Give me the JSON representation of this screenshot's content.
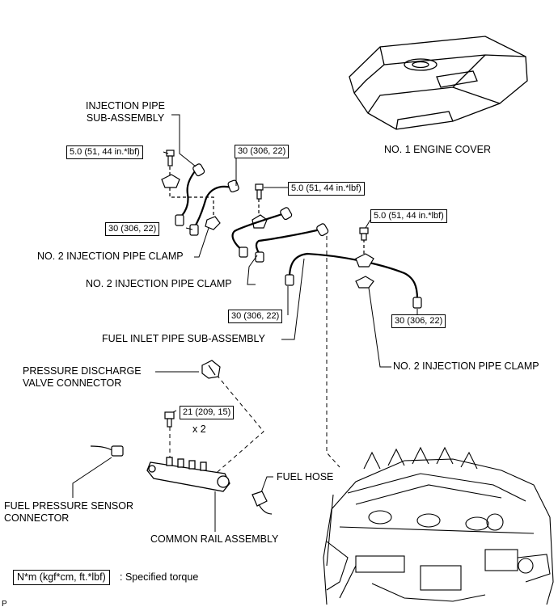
{
  "labels": {
    "engine_cover": "NO. 1 ENGINE COVER",
    "injection_pipe_line1": "INJECTION PIPE",
    "injection_pipe_line2": "SUB-ASSEMBLY",
    "clamp_a": "NO. 2 INJECTION PIPE CLAMP",
    "clamp_b": "NO. 2 INJECTION PIPE CLAMP",
    "clamp_c": "NO. 2 INJECTION PIPE CLAMP",
    "fuel_inlet": "FUEL INLET PIPE SUB-ASSEMBLY",
    "pdv_line1": "PRESSURE DISCHARGE",
    "pdv_line2": "VALVE CONNECTOR",
    "fuel_hose": "FUEL HOSE",
    "fps_line1": "FUEL PRESSURE SENSOR",
    "fps_line2": "CONNECTOR",
    "common_rail": "COMMON RAIL ASSEMBLY",
    "qty": "x 2",
    "footer_code": "P"
  },
  "torques": {
    "t1": "5.0 (51, 44 in.*lbf)",
    "t2": "30 (306, 22)",
    "t3": "5.0 (51, 44 in.*lbf)",
    "t4": "30 (306, 22)",
    "t5": "5.0 (51, 44 in.*lbf)",
    "t6": "30 (306, 22)",
    "t7": "30 (306, 22)",
    "t8": "21 (209, 15)"
  },
  "legend": {
    "unit": "N*m (kgf*cm, ft.*lbf)",
    "desc": ": Specified torque"
  }
}
